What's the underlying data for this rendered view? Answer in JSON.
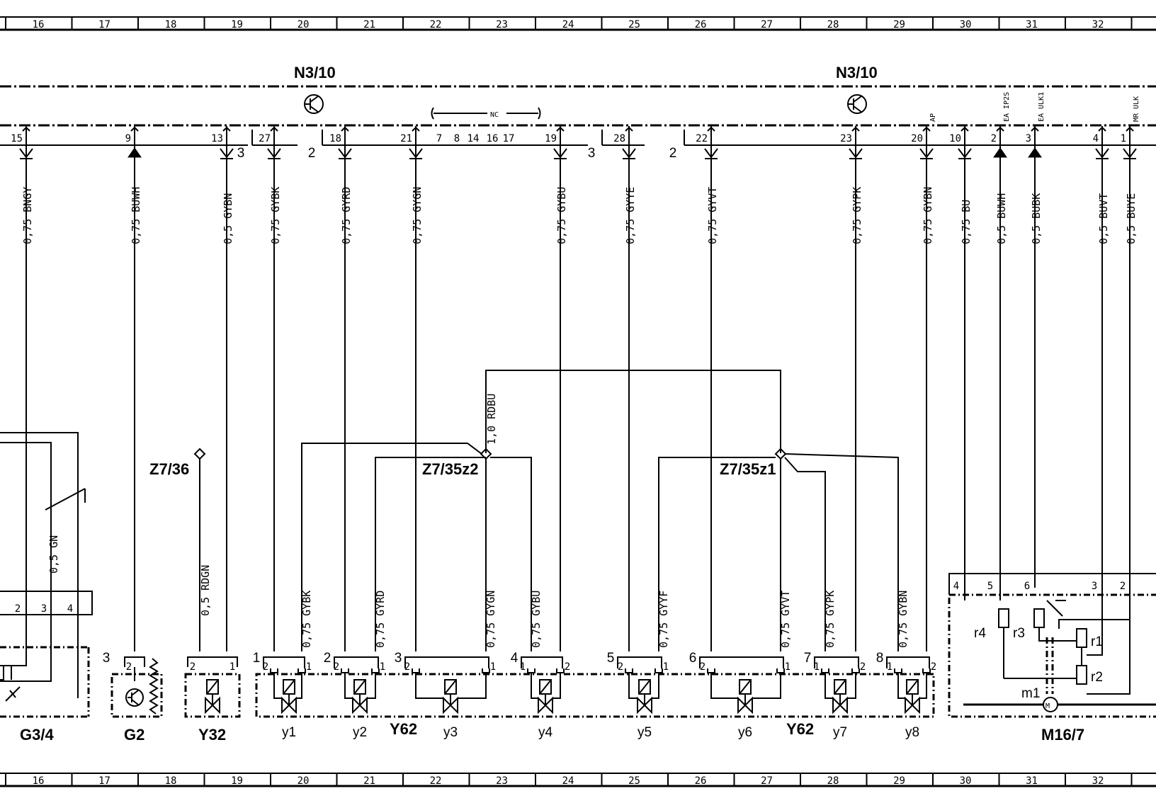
{
  "grid": {
    "cols": [
      "16",
      "17",
      "18",
      "19",
      "20",
      "21",
      "22",
      "23",
      "24",
      "25",
      "26",
      "27",
      "28",
      "29",
      "30",
      "31",
      "32"
    ]
  },
  "labels": {
    "n3_left": "N3/10",
    "n3_right": "N3/10",
    "z736": "Z7/36",
    "z735z2": "Z7/35z2",
    "z735z1": "Z7/35z1",
    "g34": "G3/4",
    "g2": "G2",
    "y32": "Y32",
    "y62_a": "Y62",
    "y62_b": "Y62",
    "m167": "M16/7",
    "nc": "NC"
  },
  "top_wires": [
    {
      "pin": "15",
      "wire": "0,75 BNGY"
    },
    {
      "pin": "9",
      "wire": "0,75 BUWH"
    },
    {
      "pin": "13",
      "wire": "0,5 GYBN"
    },
    {
      "pin": "27",
      "wire": "0,75 GYBK"
    },
    {
      "pin": "18",
      "wire": "0,75 GYRD"
    },
    {
      "pin": "21",
      "wire": "0,75 GYGN"
    },
    {
      "pin": "19",
      "wire": "0,75 GYBU"
    },
    {
      "pin": "28",
      "wire": "0,75 GYYE"
    },
    {
      "pin": "22",
      "wire": "0,75 GYVT"
    },
    {
      "pin": "23",
      "wire": "0,75 GYPK"
    },
    {
      "pin": "20",
      "wire": "0,75 GYBN"
    },
    {
      "pin": "10",
      "wire": "0,75 BU"
    },
    {
      "pin": "2",
      "wire": "0,5 BUWH"
    },
    {
      "pin": "3",
      "wire": "0,5 BUBK"
    },
    {
      "pin": "4",
      "wire": "0,5 BUVT"
    },
    {
      "pin": "1",
      "wire": "0,5 BUYE"
    }
  ],
  "nc_pins": [
    "7",
    "8",
    "14",
    "16",
    "17"
  ],
  "connector_nums": [
    "3",
    "2",
    "3",
    "2"
  ],
  "signal_tags": [
    "AP",
    "EA IP2S",
    "EA ULK1",
    "MR ULK"
  ],
  "mid_wires": {
    "rdbu": "1,0 RDBU",
    "gn": "0,5 GN",
    "rdgn": "0,5 RDGN",
    "low": [
      "0,75 GYBK",
      "0,75 GYRD",
      "0,75 GYGN",
      "0,75 GYBU",
      "0,75 GYYF",
      "0,75 GYVT",
      "0,75 GYPK",
      "0,75 GYBN"
    ]
  },
  "valves": [
    "y1",
    "y2",
    "y3",
    "y4",
    "y5",
    "y6",
    "y7",
    "y8"
  ],
  "valve_groups": [
    "1",
    "2",
    "3",
    "4",
    "5",
    "6",
    "7",
    "8"
  ],
  "g34_pins": [
    "2",
    "3",
    "4"
  ],
  "g2_pins": [
    "3",
    "2"
  ],
  "y32_pins": [
    "2",
    "1"
  ],
  "valve_pins": [
    "2",
    "1",
    "2",
    "1",
    "2",
    "1",
    "1",
    "2",
    "2",
    "1",
    "2",
    "1",
    "1",
    "2",
    "1",
    "2"
  ],
  "m167_pins": [
    "4",
    "5",
    "6",
    "3",
    "2"
  ],
  "m167_parts": [
    "r4",
    "r3",
    "r1",
    "r2",
    "m1"
  ]
}
